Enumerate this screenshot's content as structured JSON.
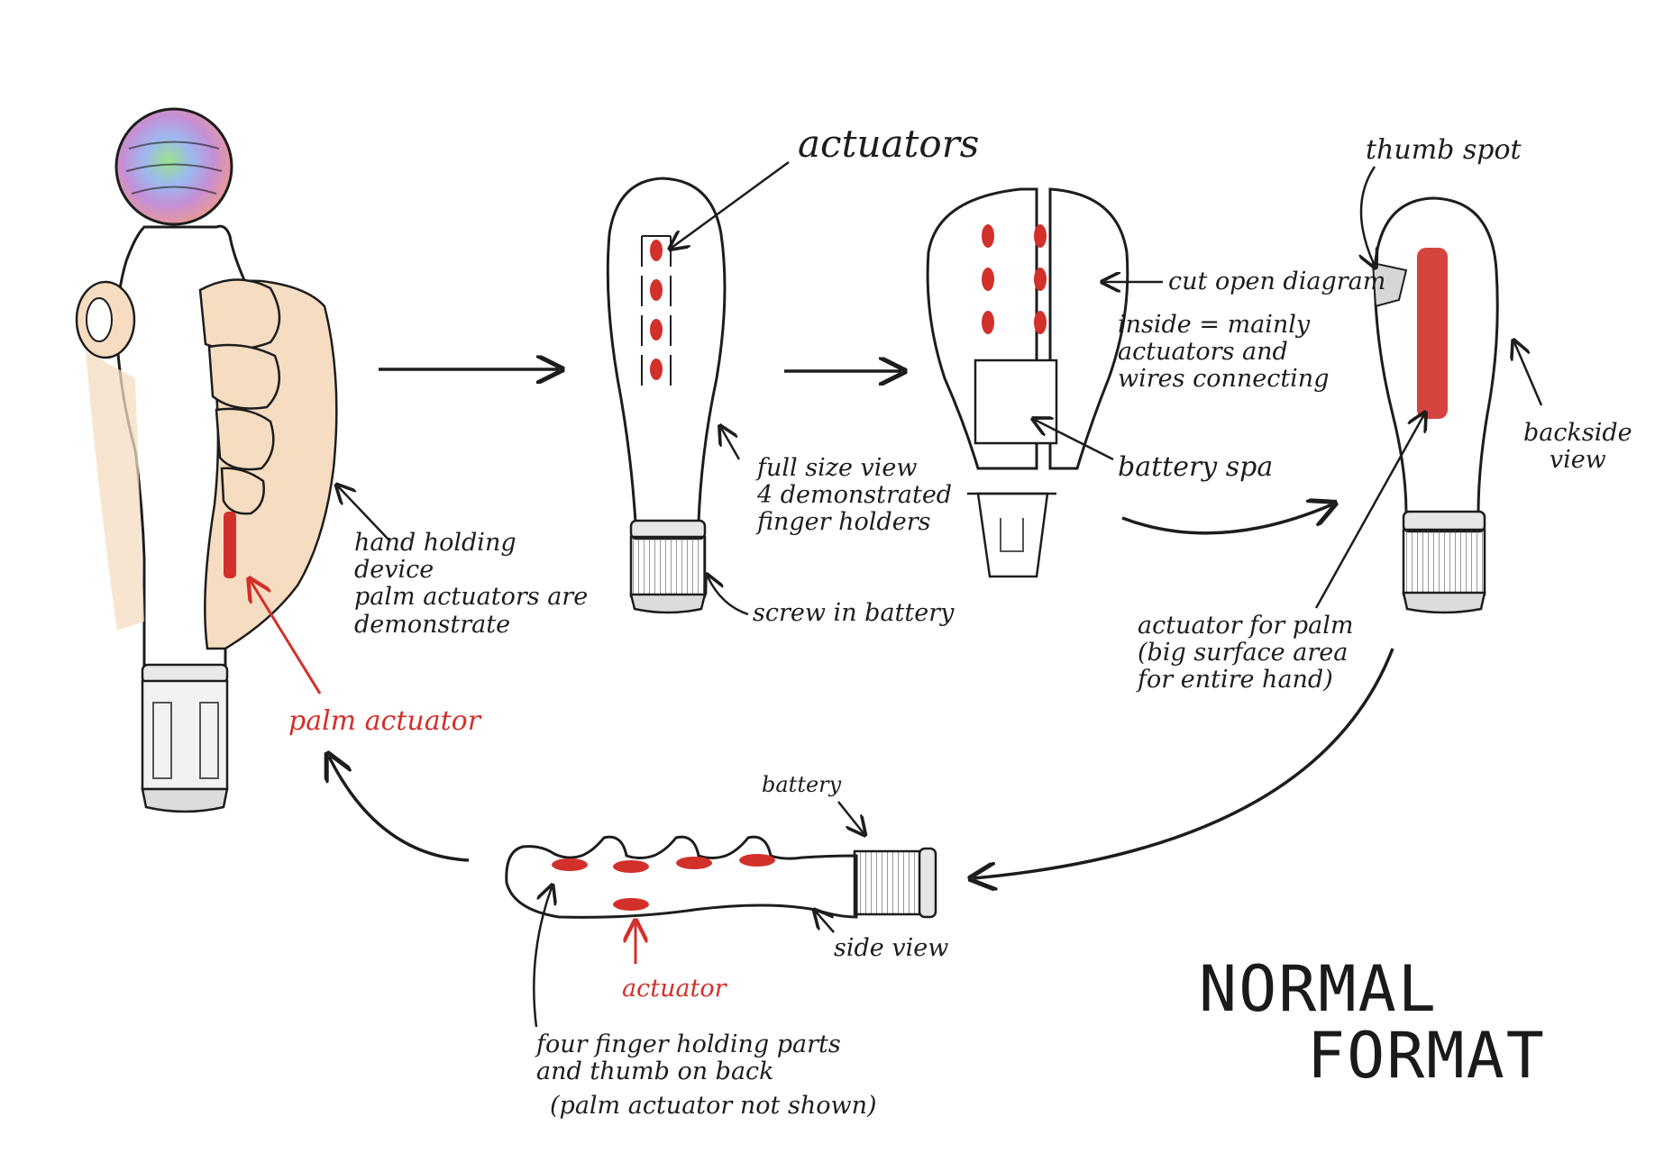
{
  "labels": {
    "actuators": "actuators",
    "thumb_spot": "thumb spot",
    "cut_open": "cut open diagram",
    "inside": [
      "inside = mainly",
      "actuators and",
      "wires connecting"
    ],
    "battery_spa": "battery spa",
    "backside": [
      "backside",
      "view"
    ],
    "full_size": [
      "full size view",
      "4 demonstrated",
      "finger holders"
    ],
    "screw_in": "screw in battery",
    "hand_holding": [
      "hand holding",
      "device",
      "palm actuators are",
      "demonstrate"
    ],
    "palm_actuator": "palm actuator",
    "actuator_for_palm": [
      "actuator for palm",
      "(big surface area",
      "for entire hand)"
    ],
    "battery": "battery",
    "side_view": "side view",
    "actuator": "actuator",
    "four_finger": [
      "four finger holding parts",
      "and thumb on back",
      "(palm actuator not shown)"
    ]
  },
  "title": [
    "NORMAL",
    "FORMAT"
  ],
  "colors": {
    "ink": "#1d1d1d",
    "accent_red": "#d2302a",
    "skin": "#f6dcc0",
    "grip": "#b9b9b9"
  }
}
